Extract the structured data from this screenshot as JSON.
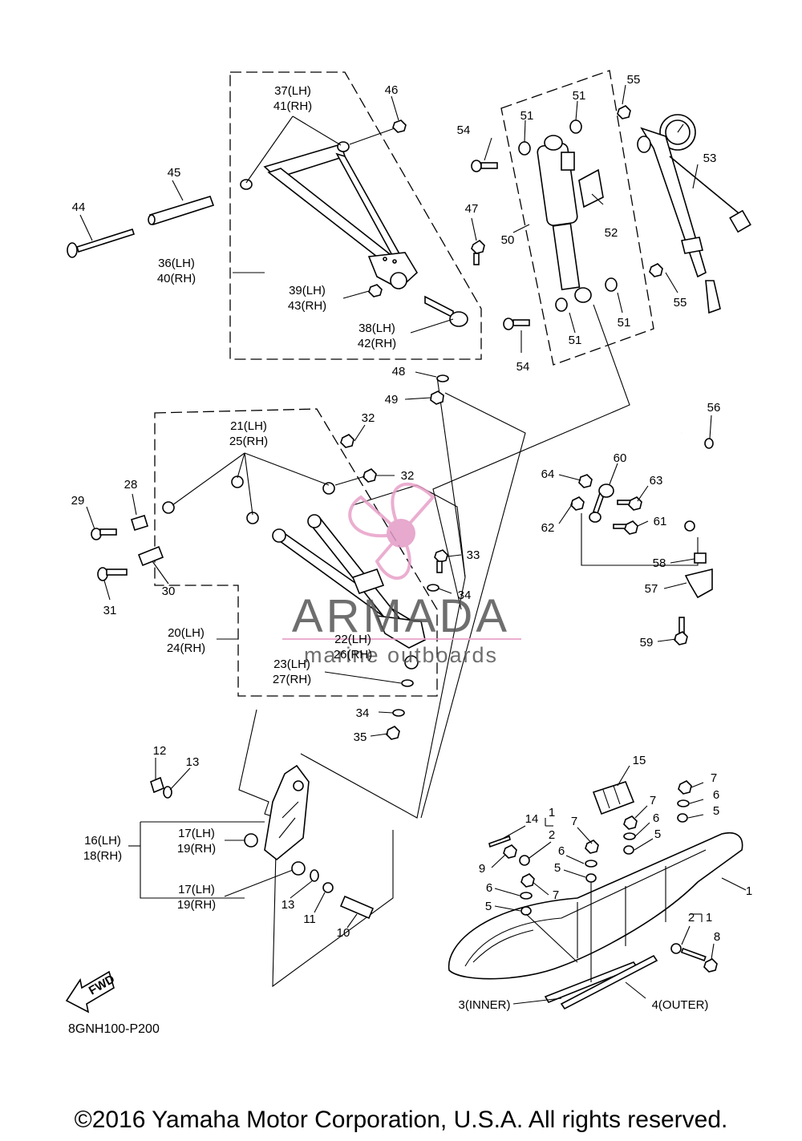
{
  "diagram_code": "8GNH100-P200",
  "copyright": "©2016 Yamaha Motor Corporation, U.S.A. All rights reserved.",
  "watermark": {
    "brand": "ARMADA",
    "tagline": "marine outboards",
    "accent": "#e8a0c8",
    "text_color": "#555555"
  },
  "fwd_label": "FWD",
  "callouts": {
    "c1": "1",
    "c1b": "1",
    "c1c": "1",
    "c2": "2",
    "c2b": "2",
    "c3": "3(INNER)",
    "c4": "4(OUTER)",
    "c5a": "5",
    "c5b": "5",
    "c5c": "5",
    "c5d": "5",
    "c6a": "6",
    "c6b": "6",
    "c6c": "6",
    "c6d": "6",
    "c7a": "7",
    "c7b": "7",
    "c7c": "7",
    "c7d": "7",
    "c8": "8",
    "c9": "9",
    "c10": "10",
    "c11": "11",
    "c12": "12",
    "c13a": "13",
    "c13b": "13",
    "c14": "14",
    "c15": "15",
    "c16": "16(LH)",
    "c18": "18(RH)",
    "c17a": "17(LH)",
    "c19a": "19(RH)",
    "c17b": "17(LH)",
    "c19b": "19(RH)",
    "c20": "20(LH)",
    "c24": "24(RH)",
    "c21": "21(LH)",
    "c25": "25(RH)",
    "c22": "22(LH)",
    "c26": "26(RH)",
    "c23": "23(LH)",
    "c27": "27(RH)",
    "c28": "28",
    "c29": "29",
    "c30": "30",
    "c31": "31",
    "c32a": "32",
    "c32b": "32",
    "c33": "33",
    "c34a": "34",
    "c34b": "34",
    "c35": "35",
    "c36": "36(LH)",
    "c40": "40(RH)",
    "c37": "37(LH)",
    "c41": "41(RH)",
    "c38": "38(LH)",
    "c42": "42(RH)",
    "c39": "39(LH)",
    "c43": "43(RH)",
    "c44": "44",
    "c45": "45",
    "c46": "46",
    "c47": "47",
    "c48": "48",
    "c49": "49",
    "c50": "50",
    "c51a": "51",
    "c51b": "51",
    "c51c": "51",
    "c51d": "51",
    "c52": "52",
    "c53": "53",
    "c54a": "54",
    "c54b": "54",
    "c55a": "55",
    "c55b": "55",
    "c56": "56",
    "c57": "57",
    "c58": "58",
    "c59": "59",
    "c60": "60",
    "c61": "61",
    "c62": "62",
    "c63": "63",
    "c64": "64"
  }
}
